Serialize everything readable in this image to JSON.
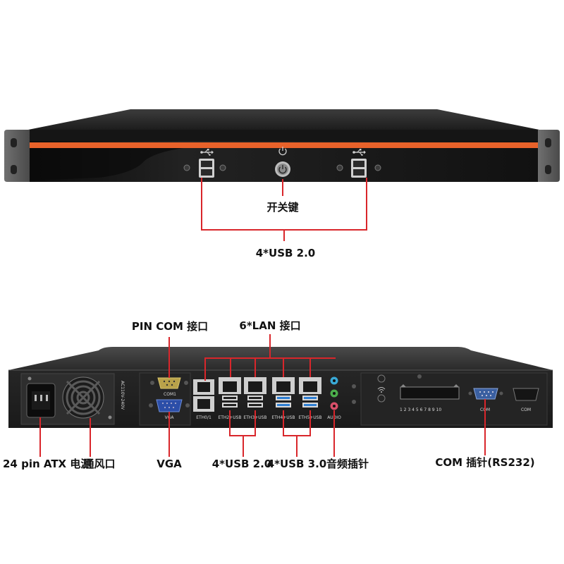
{
  "front_panel": {
    "labels": {
      "power_button": "开关键",
      "usb": "4*USB 2.0"
    }
  },
  "rear_panel": {
    "labels": {
      "pin_com": "PIN COM 接口",
      "lan": "6*LAN 接口",
      "atx_power": "24 pin ATX 电源",
      "vent": "通风口",
      "vga": "VGA",
      "usb2": "4*USB 2.0",
      "usb3": "4*USB 3.0",
      "audio": "音频插针",
      "com_rs232": "COM 插针(RS232)"
    },
    "port_text": {
      "psu_voltage": "AC110V-240V",
      "com1": "COM1",
      "vga": "VGA",
      "eth01": "ETH0/1",
      "eth2_usb": "ETH2+USB",
      "eth3_usb": "ETH3+USB",
      "eth4_usb": "ETH4+USB",
      "eth5_usb": "ETH5+USB",
      "audio": "AUDIO",
      "slot_numbers": "1 2 3 4 5 6 7 8 9 10",
      "com_a": "COM",
      "com_b": "COM"
    }
  },
  "colors": {
    "callout_line": "#d9262b",
    "front_stripe": "#e8622a",
    "chassis": "#2b2b2b",
    "usb3_blue": "#2f7fd3",
    "vga_blue": "#2c4ea8",
    "com_blue": "#3a5fa0",
    "audio_blue": "#39a9d6",
    "audio_green": "#4cae4c",
    "audio_pink": "#d9506a"
  },
  "icons": [
    "usb-icon",
    "power-icon",
    "wifi-icon"
  ]
}
